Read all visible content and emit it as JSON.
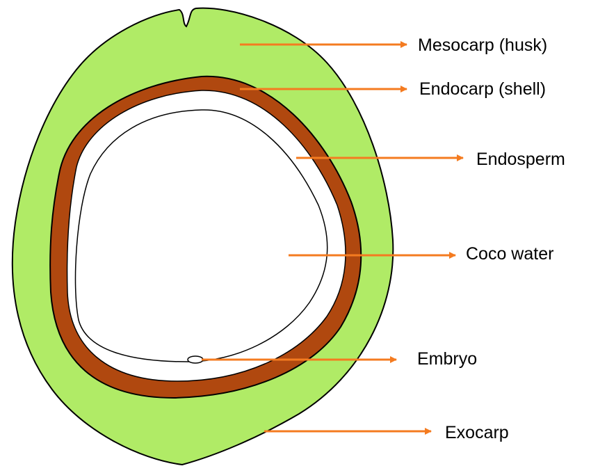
{
  "colors": {
    "husk": "#b0eb66",
    "shell": "#b0480f",
    "arrow": "#f47b20",
    "outline": "#000000",
    "interior": "#ffffff"
  },
  "labels": {
    "mesocarp": "Mesocarp (husk)",
    "endocarp": "Endocarp (shell)",
    "endosperm": "Endosperm",
    "coco_water": "Coco water",
    "embryo": "Embryo",
    "exocarp": "Exocarp"
  }
}
